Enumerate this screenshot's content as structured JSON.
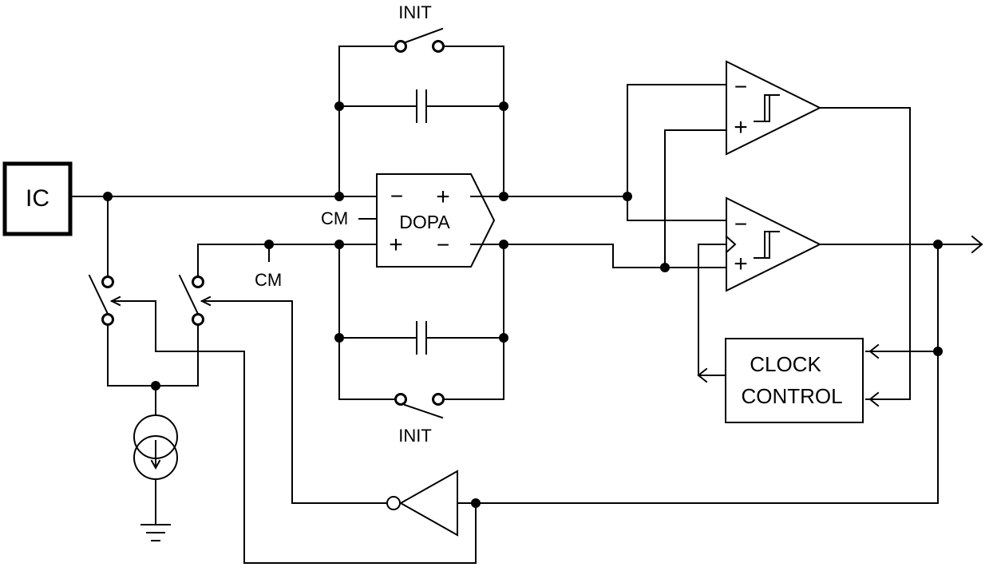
{
  "labels": {
    "ic": "IC",
    "init_top": "INIT",
    "init_bottom": "INIT",
    "cm_dopa": "CM",
    "cm_node": "CM",
    "dopa": "DOPA",
    "clock_line1": "CLOCK",
    "clock_line2": "CONTROL"
  },
  "dopa_pins": {
    "in_top": "−",
    "out_top": "+",
    "in_bottom": "+",
    "out_bottom": "−"
  },
  "comparator_pins": {
    "minus": "−",
    "plus": "+"
  }
}
